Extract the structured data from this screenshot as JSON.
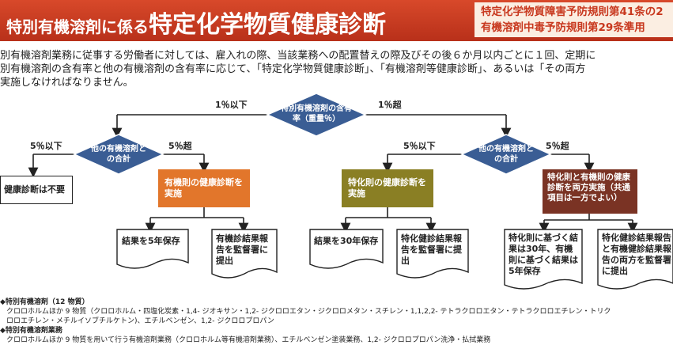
{
  "header": {
    "title_small": "特別有機溶剤に係る",
    "title_big": "特定化学物質健康診断",
    "badge_line1": "特定化学物質障害予防規則第41条の2",
    "badge_line2": "有機溶剤中毒予防規則第29条準用"
  },
  "intro": {
    "line1": "別有機溶剤業務に従事する労働者に対しては、雇入れの際、当該業務への配置替えの際及びその後６か月以内ごとに１回、定期に",
    "line2": "別有機溶剤の含有率と他の有機溶剤の含有率に応じて、「特定化学物質健康診断」、「有機溶剤等健康診断」、あるいは「その両方",
    "line3": "実施しなければなりません。"
  },
  "flow": {
    "top_decision": "特別有機溶剤の含有率（重量％）",
    "top_left_label": "1％以下",
    "top_right_label": "1％超",
    "left_decision": "他の有機溶剤との合計",
    "right_decision": "他の有機溶剤との合計",
    "left_low_label": "5％以下",
    "left_high_label": "5％超",
    "right_low_label": "5％以下",
    "right_high_label": "5％超",
    "no_exam": "健康診断は不要",
    "org_exam": "有機則の健康診断を実施",
    "spec_exam": "特化則の健康診断を実施",
    "both_exam": "特化則と有機則の健康診断を両方実施（共通項目は一方でよい）",
    "doc_keep5": "結果を5年保存",
    "doc_report_org": "有機診結果報告を監督署に提出",
    "doc_keep30": "結果を30年保存",
    "doc_report_spec": "特化健診結果報告を監督署に提出",
    "doc_keep_both": "特化則に基づく結果は30年、有機則に基づく結果は5年保存",
    "doc_report_both": "特化健診結果報告と有機健診結果報告の両方を監督署に提出"
  },
  "notes": {
    "h1": "◆特別有機溶剤（12 物質）",
    "l1": "クロロホルムほか 9 物質（クロロホルム・四塩化炭素・1,4- ジオキサン・1,2- ジクロロエタン・ジクロロメタン・スチレン・1,1,2,2- テトラクロロエタン・テトラクロロエチレン・トリク",
    "l2": "ロロエチレン・メチルイソブチルケトン)、エチルベンゼン、1,2- ジクロロプロパン",
    "h2": "◆特別有機溶剤業務",
    "l3": "クロロホルムほか 9 物質を用いて行う有機溶剤業務（クロロホルム等有機溶剤業務）、エチルベンゼン塗装業務、1,2- ジクロロプロパン洗浄・払拭業務"
  },
  "colors": {
    "header": "#c8381e",
    "diamond": "#3a5d94",
    "orange": "#e2762b",
    "olive": "#8a7f24",
    "brown": "#7a3324"
  }
}
